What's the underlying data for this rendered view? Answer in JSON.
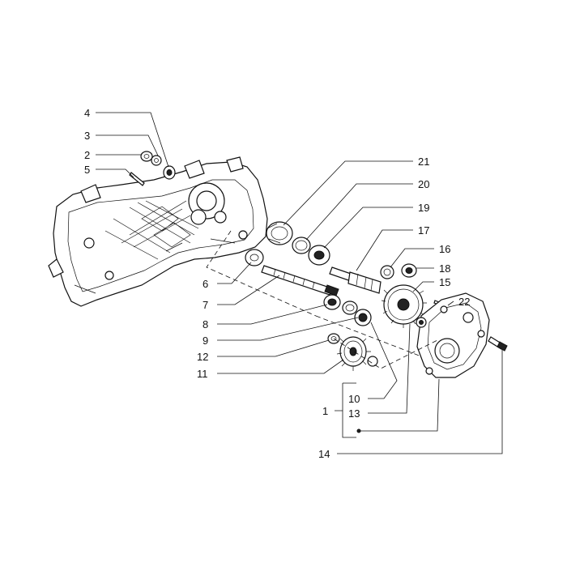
{
  "labels": {
    "l1": "1",
    "l2": "2",
    "l3": "3",
    "l4": "4",
    "l5": "5",
    "l6": "6",
    "l7": "7",
    "l8": "8",
    "l9": "9",
    "l10": "10",
    "l11": "11",
    "l12": "12",
    "l13": "13",
    "l14": "14",
    "l15": "15",
    "l16": "16",
    "l17": "17",
    "l18": "18",
    "l19": "19",
    "l20": "20",
    "l21": "21",
    "l22": "22"
  },
  "colors": {
    "ink": "#111111",
    "paper": "#ffffff"
  }
}
